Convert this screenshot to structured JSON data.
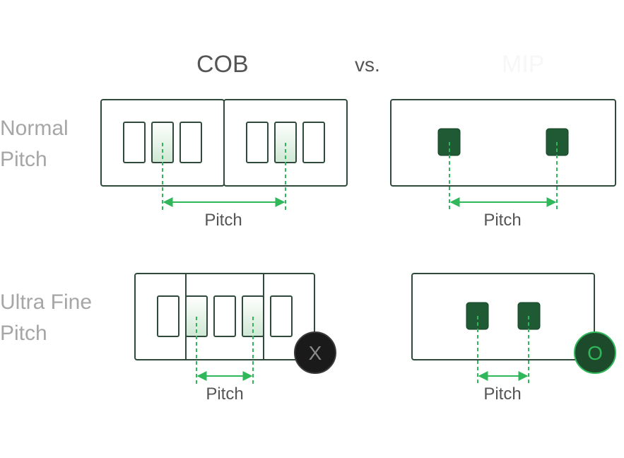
{
  "header": {
    "left_title": "COB",
    "vs_label": "vs.",
    "right_title": "MIP"
  },
  "rows": [
    {
      "label_line1": "Normal",
      "label_line2": "Pitch"
    },
    {
      "label_line1": "Ultra Fine",
      "label_line2": "Pitch"
    }
  ],
  "pitch_label": "Pitch",
  "verdict": {
    "cob": "X",
    "mip": "O"
  },
  "colors": {
    "frame": "#2f4a3a",
    "accent_green": "#2fb75a",
    "chip_dark_green": "#1f5a35",
    "badge_bad": "#1a1a1a",
    "badge_good": "#1e4a2c",
    "title_text": "#555555",
    "row_label_text": "#a6a6a6"
  }
}
